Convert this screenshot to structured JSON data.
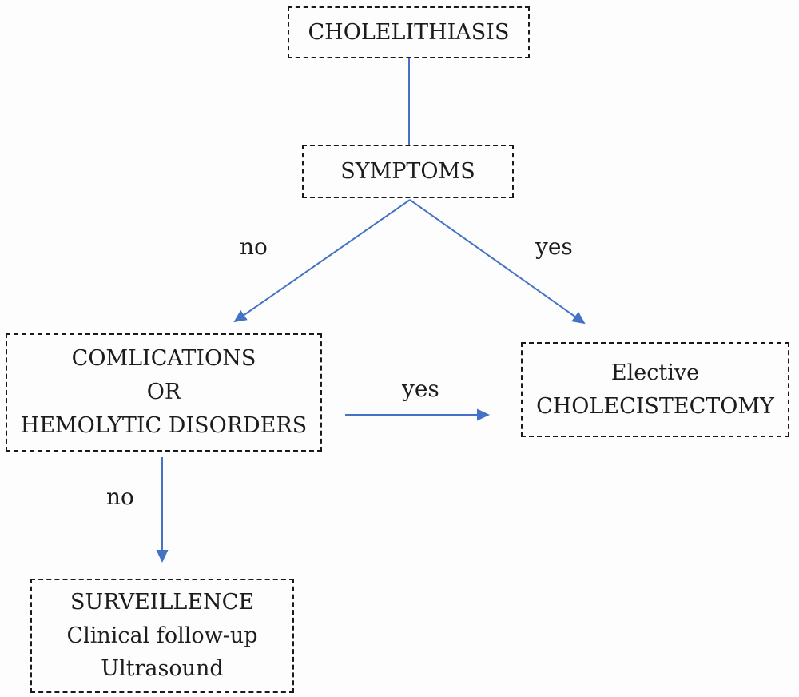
{
  "diagram": {
    "nodes": {
      "cholelithiasis": {
        "label": "CHOLELITHIASIS"
      },
      "symptoms": {
        "label": "SYMPTOMS"
      },
      "complications": {
        "lines": [
          "COMLICATIONS",
          "OR",
          "HEMOLYTIC DISORDERS"
        ]
      },
      "elective_cholecystectomy": {
        "lines": [
          "Elective",
          "CHOLECISTECTOMY"
        ]
      },
      "surveillance": {
        "lines": [
          "SURVEILLENCE",
          "Clinical follow-up",
          "Ultrasound"
        ]
      }
    },
    "edge_labels": {
      "symptoms_no": "no",
      "symptoms_yes": "yes",
      "complications_yes": "yes",
      "complications_no": "no"
    },
    "colors": {
      "arrow": "#4472c4",
      "box_border": "#1a1a1a",
      "text": "#1c1c1c",
      "background": "#fdfdfd"
    }
  }
}
